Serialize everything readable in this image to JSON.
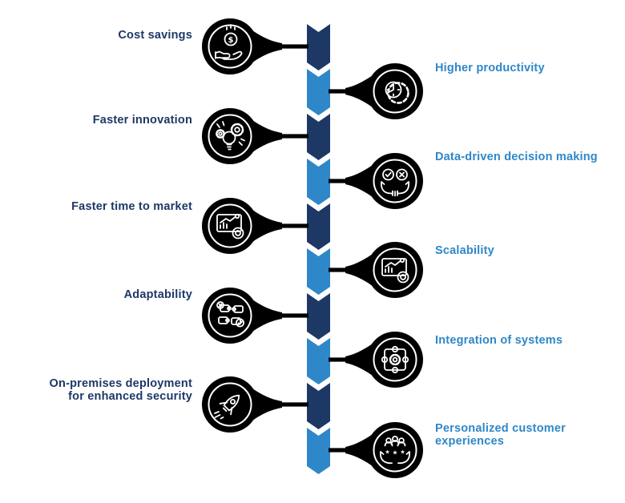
{
  "infographic": {
    "left_items": [
      {
        "label": "Cost savings",
        "icon": "money-hand-icon"
      },
      {
        "label": "Faster innovation",
        "icon": "lightbulb-gears-icon"
      },
      {
        "label": "Faster time to market",
        "icon": "chart-board-icon"
      },
      {
        "label": "Adaptability",
        "icon": "modular-blocks-icon"
      },
      {
        "label": "On-premises deployment for enhanced security",
        "icon": "rocket-icon"
      }
    ],
    "right_items": [
      {
        "label": "Higher productivity",
        "icon": "clock-gear-icon"
      },
      {
        "label": "Data-driven decision making",
        "icon": "hands-decision-icon"
      },
      {
        "label": "Scalability",
        "icon": "chart-board-icon"
      },
      {
        "label": "Integration of systems",
        "icon": "puzzle-gear-icon"
      },
      {
        "label": "Personalized customer experiences",
        "icon": "hands-people-stars-icon"
      }
    ]
  },
  "colors": {
    "navy": "#1e3866",
    "blue": "#2e87c9",
    "bg": "#ffffff"
  }
}
